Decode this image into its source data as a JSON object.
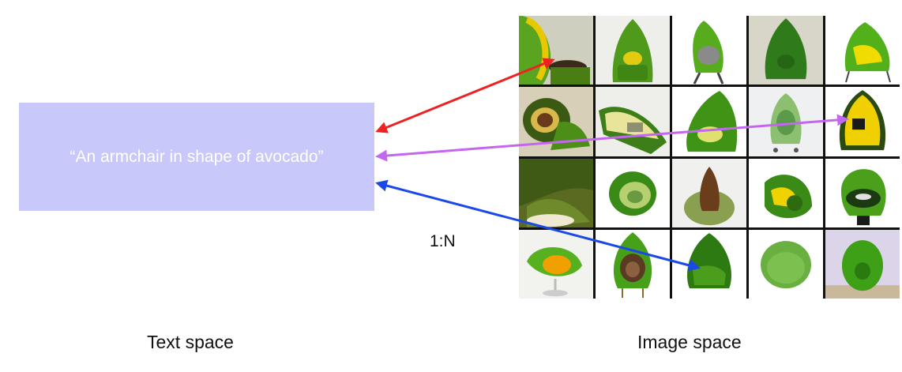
{
  "prompt": "“An armchair in shape of avocado”",
  "ratio_label": "1:N",
  "captions": {
    "text_space": "Text space",
    "image_space": "Image space"
  },
  "colors": {
    "text_box": "#c8c8fa",
    "arrow_red": "#ee2222",
    "arrow_purple": "#c466f0",
    "arrow_blue": "#1a49e6"
  },
  "grid": {
    "rows": 4,
    "cols": 5
  }
}
